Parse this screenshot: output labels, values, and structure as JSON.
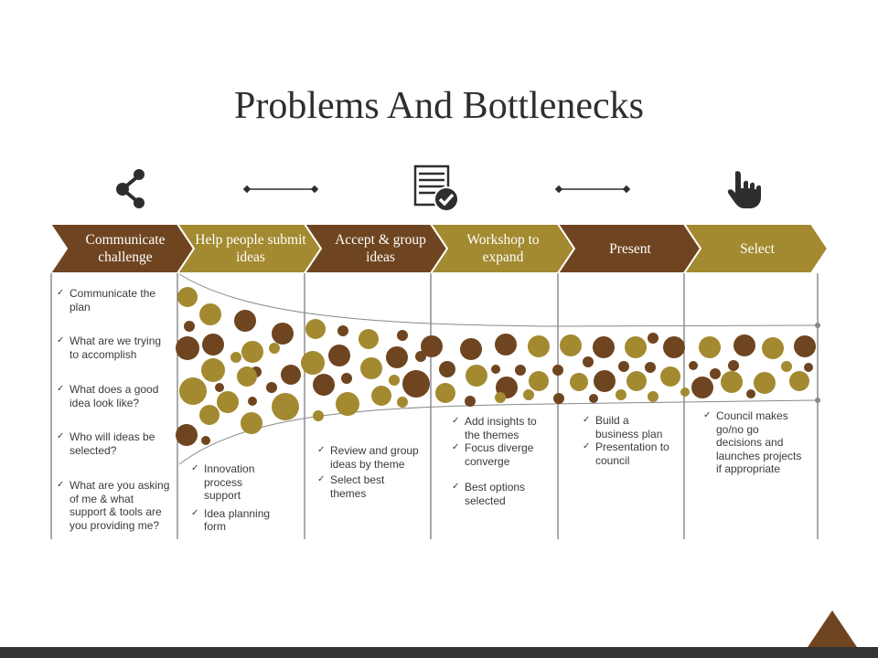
{
  "title": "Problems And Bottlenecks",
  "colors": {
    "dark_brown": "#6e4520",
    "gold": "#a38a30",
    "text": "#3a3a3a",
    "bar": "#333333"
  },
  "icons": [
    "share-icon",
    "connector-line-icon",
    "document-check-icon",
    "connector-line-icon",
    "pointing-hand-icon"
  ],
  "steps": [
    {
      "label": "Communicate challenge",
      "color": "dark_brown",
      "items": [
        "Communicate the plan",
        "What are we trying to accomplish",
        "What does a good idea look like?",
        "Who will ideas be selected?",
        "What are you asking of me & what support & tools are you providing me?"
      ]
    },
    {
      "label": "Help people submit ideas",
      "color": "gold",
      "items": [
        "Innovation process support",
        "Idea planning form"
      ]
    },
    {
      "label": "Accept & group ideas",
      "color": "dark_brown",
      "items": [
        "Review and group ideas by theme",
        "Select best themes"
      ]
    },
    {
      "label": "Workshop to expand",
      "color": "gold",
      "items": [
        "Add insights to the themes",
        "Focus diverge converge",
        "Best options selected"
      ]
    },
    {
      "label": "Present",
      "color": "dark_brown",
      "items": [
        "Build a business plan",
        "Presentation to council"
      ]
    },
    {
      "label": "Select",
      "color": "gold",
      "items": [
        "Council makes go/no go decisions and launches projects if appropriate"
      ]
    }
  ]
}
